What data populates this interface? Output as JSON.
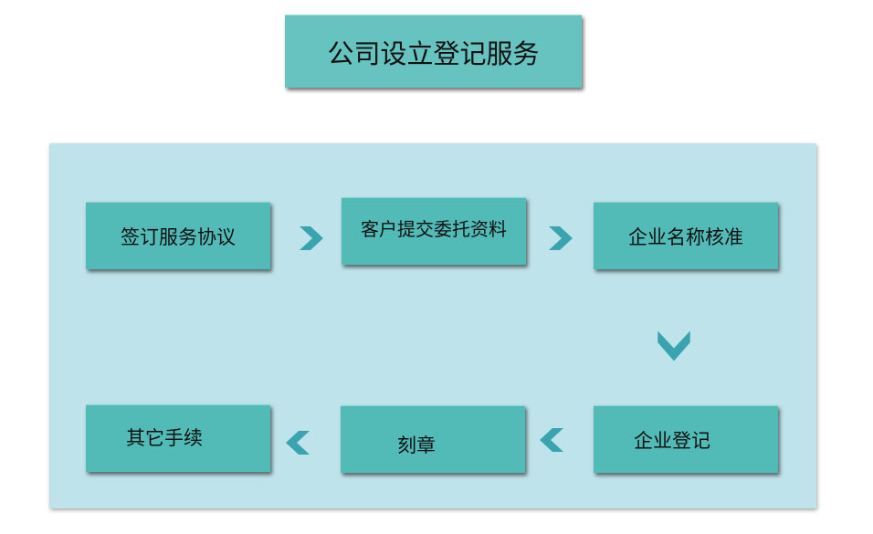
{
  "title": "公司设立登记服务",
  "steps": [
    "签订服务协议",
    "客户提交委托资料",
    "企业名称核准",
    "企业登记",
    "刻章",
    "其它手续"
  ],
  "colors": {
    "box": "#52bbb7",
    "panel": "#bfe3ea",
    "arrow": "#3aa3b0"
  }
}
